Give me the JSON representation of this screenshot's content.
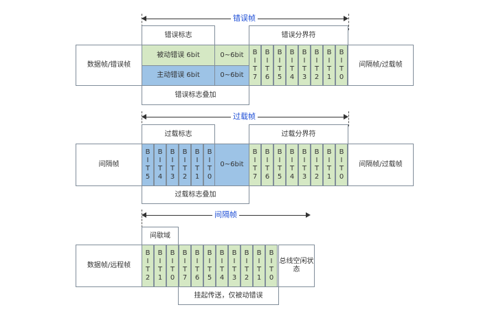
{
  "colors": {
    "green": "#d5e8c4",
    "blue": "#9dc3e6",
    "label": "#1f4fd6"
  },
  "row1": {
    "arrow_label": "错误帧",
    "flag_header": "错误标志",
    "delimiter_header": "错误分界符",
    "left_label": "数据帧/错误帧",
    "passive_flag": "被动错误 6bit",
    "active_flag": "主动错误 6bit",
    "overlay_top": "0~6bit",
    "overlay_bottom": "0~6bit",
    "right_label": "间隔帧/过载帧",
    "footer": "错误标志叠加",
    "bits": [
      [
        "B",
        "I",
        "T",
        "7"
      ],
      [
        "B",
        "I",
        "T",
        "6"
      ],
      [
        "B",
        "I",
        "T",
        "5"
      ],
      [
        "B",
        "I",
        "T",
        "4"
      ],
      [
        "B",
        "I",
        "T",
        "3"
      ],
      [
        "B",
        "I",
        "T",
        "2"
      ],
      [
        "B",
        "I",
        "T",
        "1"
      ],
      [
        "B",
        "I",
        "T",
        "0"
      ]
    ]
  },
  "row2": {
    "arrow_label": "过载帧",
    "flag_header": "过载标志",
    "delimiter_header": "过载分界符",
    "left_label": "间隔帧",
    "overlay": "0~6bit",
    "right_label": "间隔帧/过载帧",
    "footer": "过载标志叠加",
    "flag_bits": [
      [
        "B",
        "I",
        "T",
        "5"
      ],
      [
        "B",
        "I",
        "T",
        "4"
      ],
      [
        "B",
        "I",
        "T",
        "3"
      ],
      [
        "B",
        "I",
        "T",
        "2"
      ],
      [
        "B",
        "I",
        "T",
        "1"
      ],
      [
        "B",
        "I",
        "T",
        "0"
      ]
    ],
    "delim_bits": [
      [
        "B",
        "I",
        "T",
        "7"
      ],
      [
        "B",
        "I",
        "T",
        "6"
      ],
      [
        "B",
        "I",
        "T",
        "5"
      ],
      [
        "B",
        "I",
        "T",
        "4"
      ],
      [
        "B",
        "I",
        "T",
        "3"
      ],
      [
        "B",
        "I",
        "T",
        "2"
      ],
      [
        "B",
        "I",
        "T",
        "1"
      ],
      [
        "B",
        "I",
        "T",
        "0"
      ]
    ]
  },
  "row3": {
    "arrow_label": "间隔帧",
    "intermission_header": "间歇域",
    "left_label": "数据帧/远程帧",
    "bus_idle": "总线空闲状态",
    "footer": "挂起传送，仅被动错误",
    "inter_bits": [
      [
        "B",
        "I",
        "T",
        "2"
      ],
      [
        "B",
        "I",
        "T",
        "1"
      ],
      [
        "B",
        "I",
        "T",
        "0"
      ]
    ],
    "suspend_bits": [
      [
        "B",
        "I",
        "T",
        "7"
      ],
      [
        "B",
        "I",
        "T",
        "6"
      ],
      [
        "B",
        "I",
        "T",
        "5"
      ],
      [
        "B",
        "I",
        "T",
        "4"
      ],
      [
        "B",
        "I",
        "T",
        "3"
      ],
      [
        "B",
        "I",
        "T",
        "2"
      ],
      [
        "B",
        "I",
        "T",
        "1"
      ],
      [
        "B",
        "I",
        "T",
        "0"
      ]
    ]
  }
}
